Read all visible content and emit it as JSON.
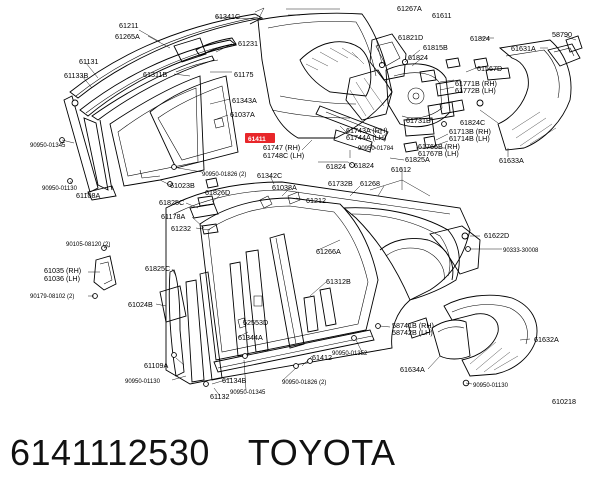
{
  "caption": {
    "part_number": "6141112530",
    "brand": "TOYOTA"
  },
  "diagram": {
    "figure_code": "610218",
    "highlighted_part": "61411",
    "labels": {
      "l61341C": "61341C",
      "l61267A": "61267A",
      "l61611": "61611",
      "l61211": "61211",
      "l61265A": "61265A",
      "l61231": "61231",
      "l61131": "61131",
      "l61133B": "61133B",
      "l61311B": "61311B",
      "l61175": "61175",
      "l61343A": "61343A",
      "l61037A": "61037A",
      "l61411": "61411",
      "l90950_01345a": "90950-01345",
      "l90950_01130a": "90950-01130",
      "l61108A": "61108A",
      "l61023B": "61023B",
      "l90950_01826a": "90950-01826 (2)",
      "l61342C": "61342C",
      "l61747": "61747 (RH)",
      "l61748C": "61748C (LH)",
      "l61824a": "61824",
      "l61821D": "61821D",
      "l61815B": "61815B",
      "l61824b": "61824",
      "l61824c": "61824",
      "l61631A": "61631A",
      "l58790": "58790",
      "l61567D": "61567D",
      "l61771B": "61771B (RH)",
      "l61772B": "61772B (LH)",
      "l61743A": "61743A (RH)",
      "l61744A": "61744A (LH)",
      "l61731B": "61731B",
      "l61824C": "61824C",
      "l61713B": "61713B (RH)",
      "l61714B": "61714B (LH)",
      "l61766B": "61766B (RH)",
      "l61767B": "61767B (LH)",
      "l90950_01784": "90950-01784",
      "l61825A": "61825A",
      "l61633A": "61633A",
      "l61824d": "61824",
      "l61612": "61612",
      "l61732B": "61732B",
      "l61268": "61268",
      "l61038A": "61038A",
      "l61826D": "61826D",
      "l61825C": "61825C",
      "l61212": "61212",
      "l61178A": "61178A",
      "l61232": "61232",
      "l90105_08120": "90105-08120 (2)",
      "l61622D": "61622D",
      "l90333_30008": "90333-30008",
      "l61266A": "61266A",
      "l61825Cb": "61825C",
      "l61035": "61035 (RH)",
      "l61036": "61036 (LH)",
      "l90179_08102": "90179-08102 (2)",
      "l61024B": "61024B",
      "l61312B": "61312B",
      "l52553D": "52553D",
      "l61344A": "61344A",
      "l58741B": "58741B (RH)",
      "l58742B": "58742B (LH)",
      "l61632A": "61632A",
      "l90950_01352": "90950-01352",
      "l61109A": "61109A",
      "l61412": "61412",
      "l61634A": "61634A",
      "l90950_01130b": "90950-01130",
      "l61134B": "61134B",
      "l90950_01345b": "90950-01345",
      "l90950_01826b": "90950-01826 (2)",
      "l90950_01130c": "90950-01130",
      "l61132": "61132"
    }
  }
}
